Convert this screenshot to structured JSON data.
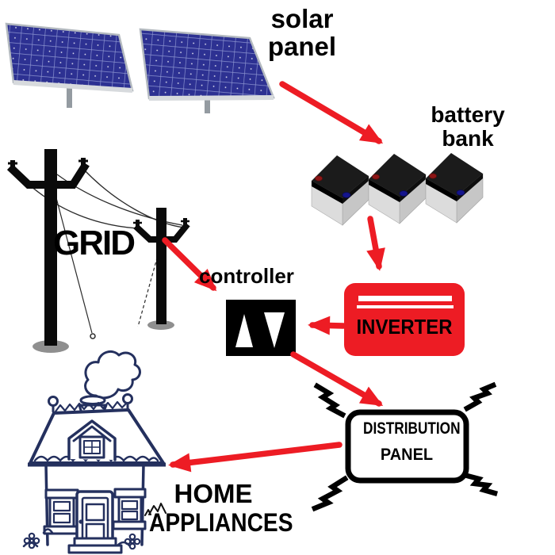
{
  "diagram": {
    "labels": {
      "solar_panel": {
        "line1": "solar",
        "line2": "panel"
      },
      "battery_bank": {
        "line1": "battery",
        "line2": "bank"
      },
      "grid": "GRID",
      "controller": "controller",
      "inverter": "INVERTER",
      "distribution_panel": {
        "line1": "DISTRIBUTION",
        "line2": "PANEL"
      },
      "home_appliances": {
        "line1": "HOME",
        "line2": "APPLIANCES"
      }
    },
    "components": [
      "solar panel",
      "battery bank",
      "grid",
      "controller",
      "inverter",
      "distribution panel",
      "home appliances"
    ],
    "connections": [
      {
        "from": "solar panel",
        "to": "battery bank"
      },
      {
        "from": "battery bank",
        "to": "inverter"
      },
      {
        "from": "grid",
        "to": "controller"
      },
      {
        "from": "inverter",
        "to": "controller"
      },
      {
        "from": "controller",
        "to": "distribution panel"
      },
      {
        "from": "distribution panel",
        "to": "home appliances"
      }
    ],
    "colors": {
      "arrow": "#ed1c24",
      "inverter_box": "#ed1c24",
      "solar_panel": "#2d3192",
      "house_ink": "#24305e",
      "battery_body": "#dcdcdc",
      "lightning_bolt": "#000000",
      "text": "#000000"
    }
  }
}
